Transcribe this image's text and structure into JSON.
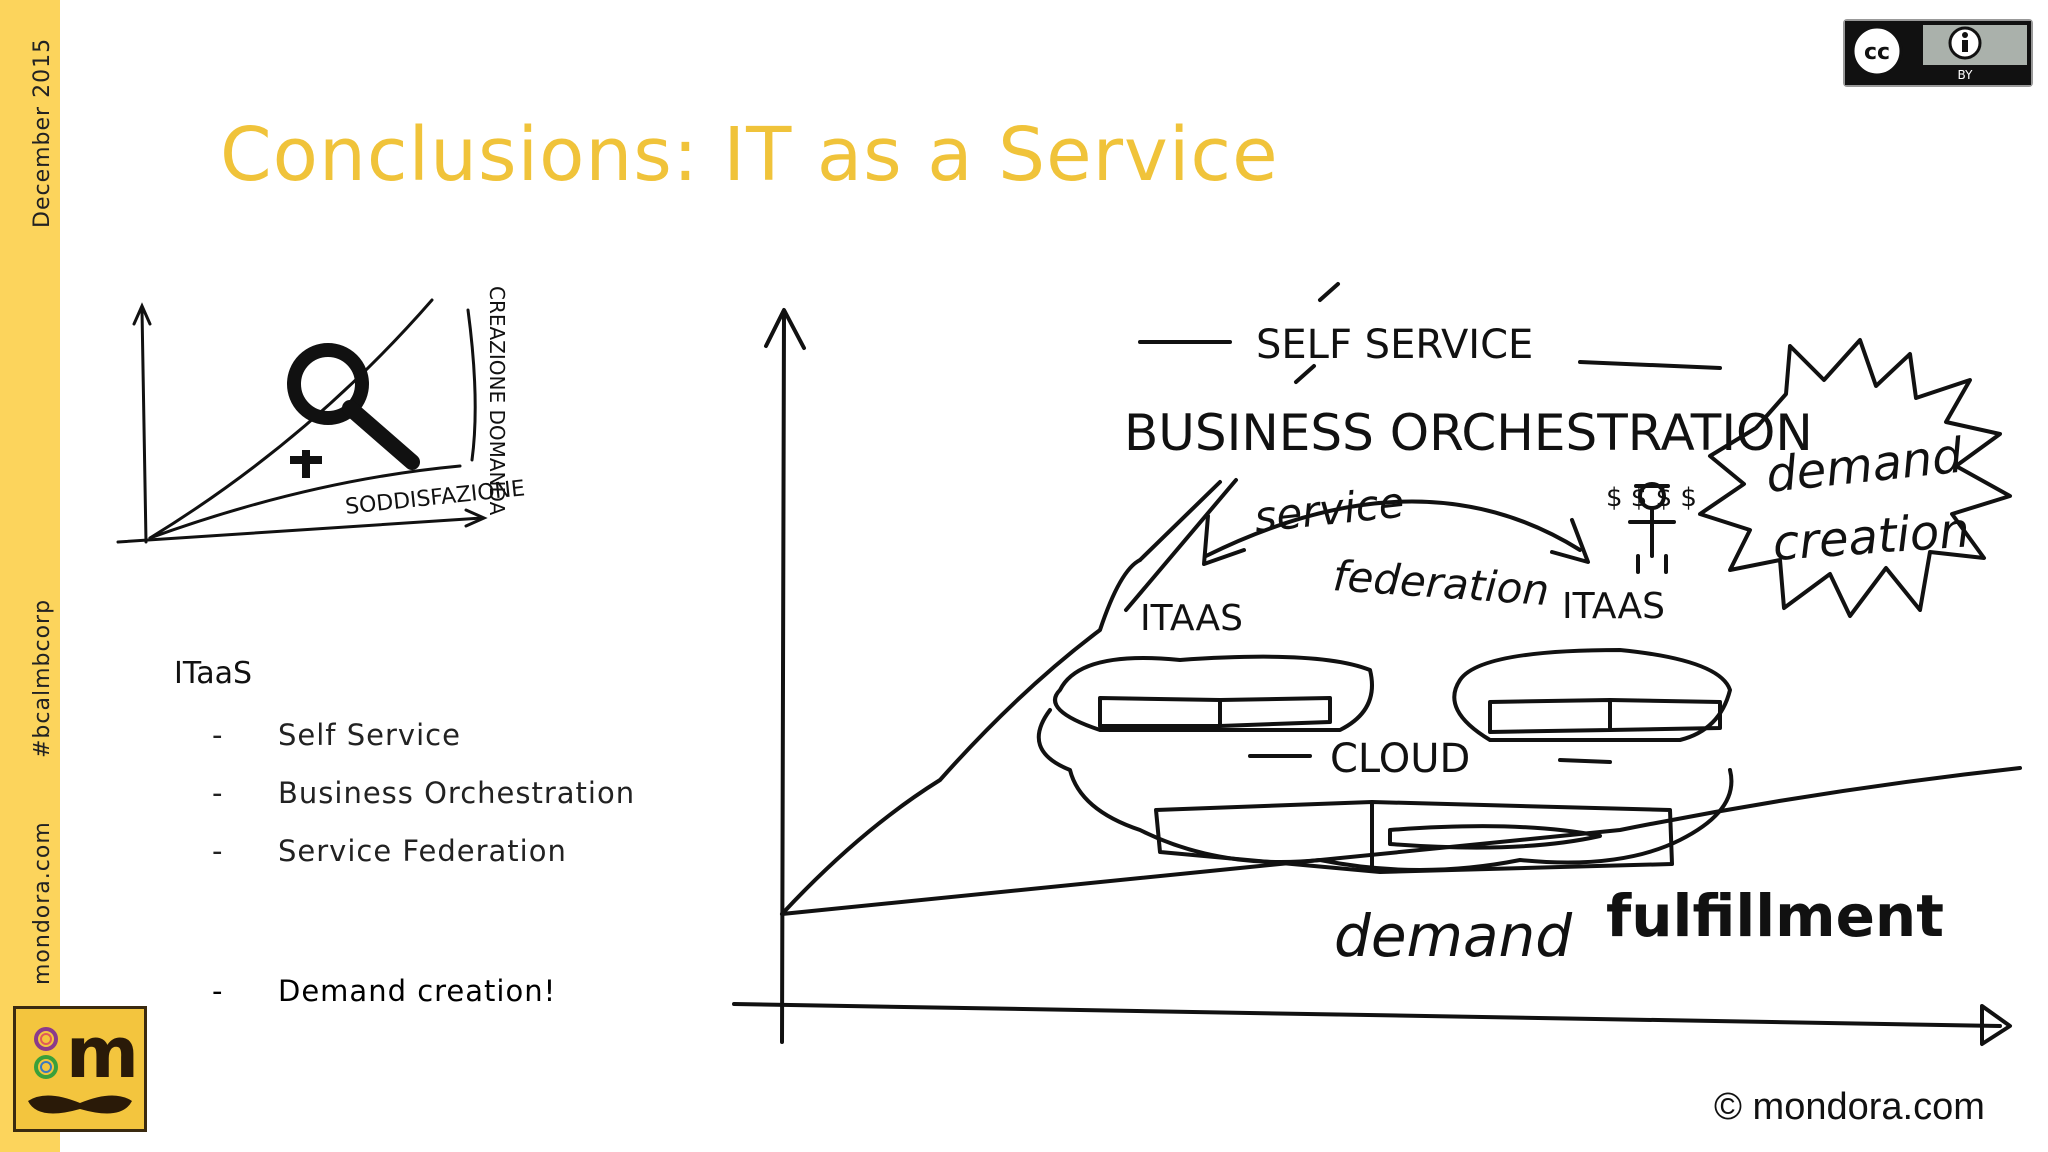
{
  "sidebar": {
    "date": "December 2015",
    "hashtag": "#bcalmbcorp",
    "website": "mondora.com",
    "logo_letter": "m"
  },
  "slide": {
    "title": "Conclusions: IT as a Service"
  },
  "license_badge": {
    "cc": "cc",
    "by": "BY"
  },
  "list": {
    "heading": "ITaaS",
    "items": [
      "Self Service",
      "Business Orchestration",
      "Service Federation",
      "Demand creation!"
    ],
    "dash": "-"
  },
  "small_sketch": {
    "satisfaction_label": "SODDISFAZIONE",
    "demand_label": "CREAZIONE DOMANDA"
  },
  "main_sketch": {
    "self_service": "SELF SERVICE",
    "business_orchestration": "BUSINESS ORCHESTRATION",
    "service_federation_1": "service",
    "service_federation_2": "federation",
    "itaas_left": "ITAAS",
    "itaas_right": "ITAAS",
    "cloud": "CLOUD",
    "demand_creation_1": "demand",
    "demand_creation_2": "creation",
    "demand_fulfillment_1": "demand",
    "demand_fulfillment_2": "fulfillment",
    "dollars": "$ $ $ $"
  },
  "footer": {
    "copyright": "© mondora.com"
  }
}
